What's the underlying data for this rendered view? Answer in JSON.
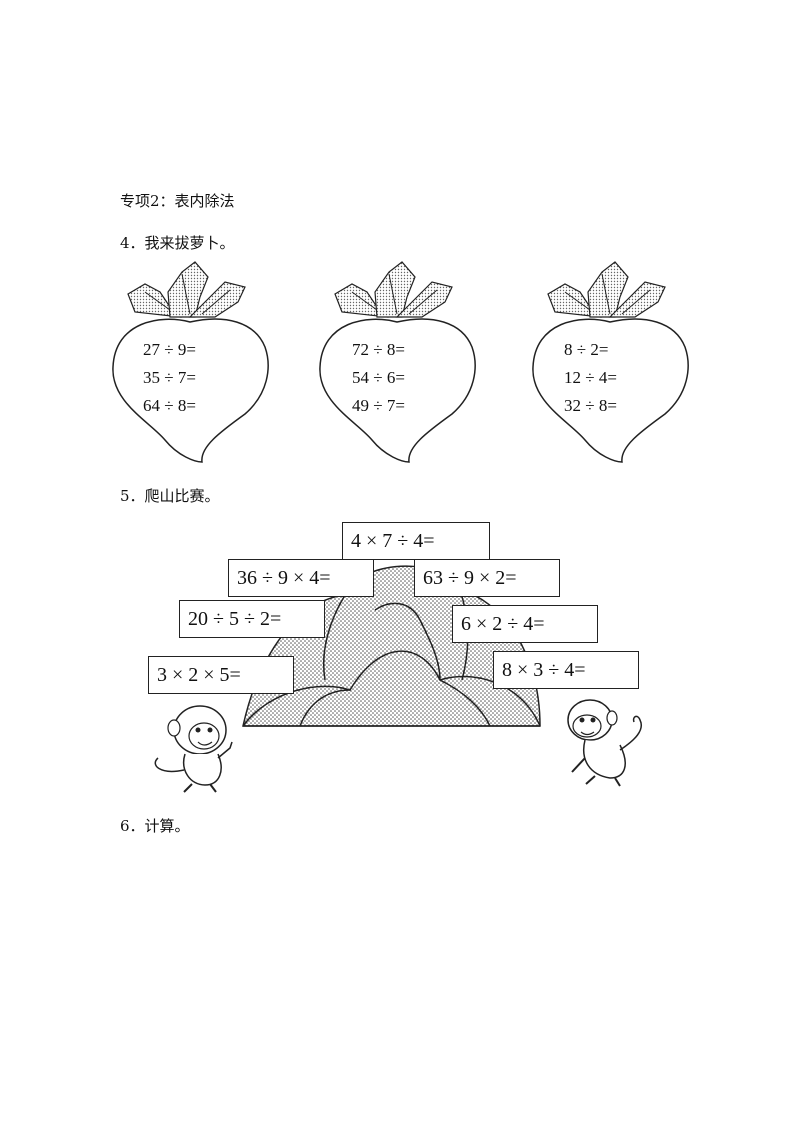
{
  "section_title": "专项2：表内除法",
  "q4": {
    "label": "4．我来拔萝卜。",
    "radishes": [
      {
        "lines": [
          "27 ÷ 9=",
          "35 ÷ 7=",
          "64 ÷ 8="
        ]
      },
      {
        "lines": [
          "72 ÷ 8=",
          "54 ÷ 6=",
          "49 ÷ 7="
        ]
      },
      {
        "lines": [
          "8 ÷ 2=",
          "12 ÷ 4=",
          "32 ÷ 8="
        ]
      }
    ]
  },
  "q5": {
    "label": "5．爬山比赛。",
    "boxes": [
      "4 × 7 ÷ 4=",
      "36 ÷ 9 × 4=",
      "63 ÷ 9 × 2=",
      "20 ÷ 5 ÷ 2=",
      "6 × 2 ÷ 4=",
      "3 × 2 × 5=",
      "8 × 3 ÷ 4="
    ]
  },
  "q6": {
    "label": "6．计算。"
  }
}
